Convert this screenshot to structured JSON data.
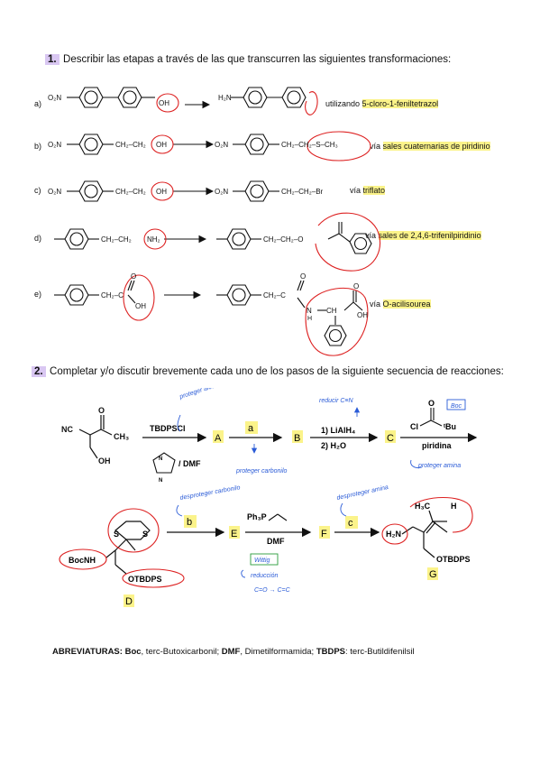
{
  "section1": {
    "number": "1.",
    "prompt": "Describir las etapas a través de las que transcurren las siguientes transformaciones:",
    "rows": [
      {
        "letter": "a)",
        "reagent_prefix": "utilizando",
        "reagent": "5-cloro-1-feniltetrazol"
      },
      {
        "letter": "b)",
        "reagent_prefix": "vía",
        "reagent": "sales cuaternarias de piridinio"
      },
      {
        "letter": "c)",
        "reagent_prefix": "vía",
        "reagent": "triflato"
      },
      {
        "letter": "d)",
        "reagent_prefix": "vía",
        "reagent": "sales de 2,4,6-trifenilpiridinio"
      },
      {
        "letter": "e)",
        "reagent_prefix": "vía",
        "reagent": "O-acilisourea"
      }
    ],
    "labels": {
      "o2n": "O₂N",
      "oh": "OH",
      "h2n": "H₂N",
      "ch2ch2": "CH₂–CH₂",
      "ch2ch2_s": "CH₂–CH₂–S–CH₃",
      "ch2br": "CH₂–CH₂–Br",
      "nh2": "NH₂",
      "ch2ch2o": "CH₂–CH₂–O",
      "ch2c": "CH₂–C",
      "o": "O",
      "nh": "N",
      "h": "H",
      "ch": "CH"
    }
  },
  "section2": {
    "number": "2.",
    "prompt": "Completar y/o discutir brevemente cada uno de los pasos de la siguiente secuencia de reacciones:",
    "start": {
      "nc": "NC",
      "o": "O",
      "ch3": "CH₃",
      "oh": "OH"
    },
    "steps": {
      "s1_reagent": "TBDPSCl",
      "s1_cond": "/ DMF",
      "A": "A",
      "a": "a",
      "B": "B",
      "s2_reagent": "1) LiAlH₄",
      "s2_cond": "2) H₂O",
      "C": "C",
      "s3_cl": "Cl",
      "s3_o": "O",
      "s3_tbu": "ᵗBu",
      "s3_cond": "piridina",
      "D": "D",
      "b": "b",
      "E": "E",
      "wittig_reagent": "Ph₃P",
      "wittig_cond": "DMF",
      "F": "F",
      "c": "c",
      "G": "G"
    },
    "d_labels": {
      "bocnh": "BocNH",
      "s": "S",
      "otbdps": "OTBDPS"
    },
    "g_labels": {
      "h3c": "H₃C",
      "h": "H",
      "h2n": "H₂N",
      "otbdps": "OTBDPS"
    },
    "notes": {
      "proteger_alcohol": "proteger alcohol",
      "proteger_carbonilo": "proteger carbonilo",
      "reducir": "reducir C≡N",
      "boc": "Boc",
      "proteger_amina": "proteger amina",
      "desproteger_carbonilo": "desproteger carbonilo",
      "wittig": "Wittig",
      "reduccion": "reducción",
      "co_cc": "C=O → C=C",
      "desproteger_amina": "desproteger amina"
    }
  },
  "abbrev": {
    "label": "ABREVIATURAS:",
    "boc_k": "Boc",
    "boc_v": ", terc-Butoxicarbonil;",
    "dmf_k": "DMF",
    "dmf_v": ", Dimetilformamida;",
    "tbdps_k": "TBDPS",
    "tbdps_v": ": terc-Butildifenilsil"
  }
}
